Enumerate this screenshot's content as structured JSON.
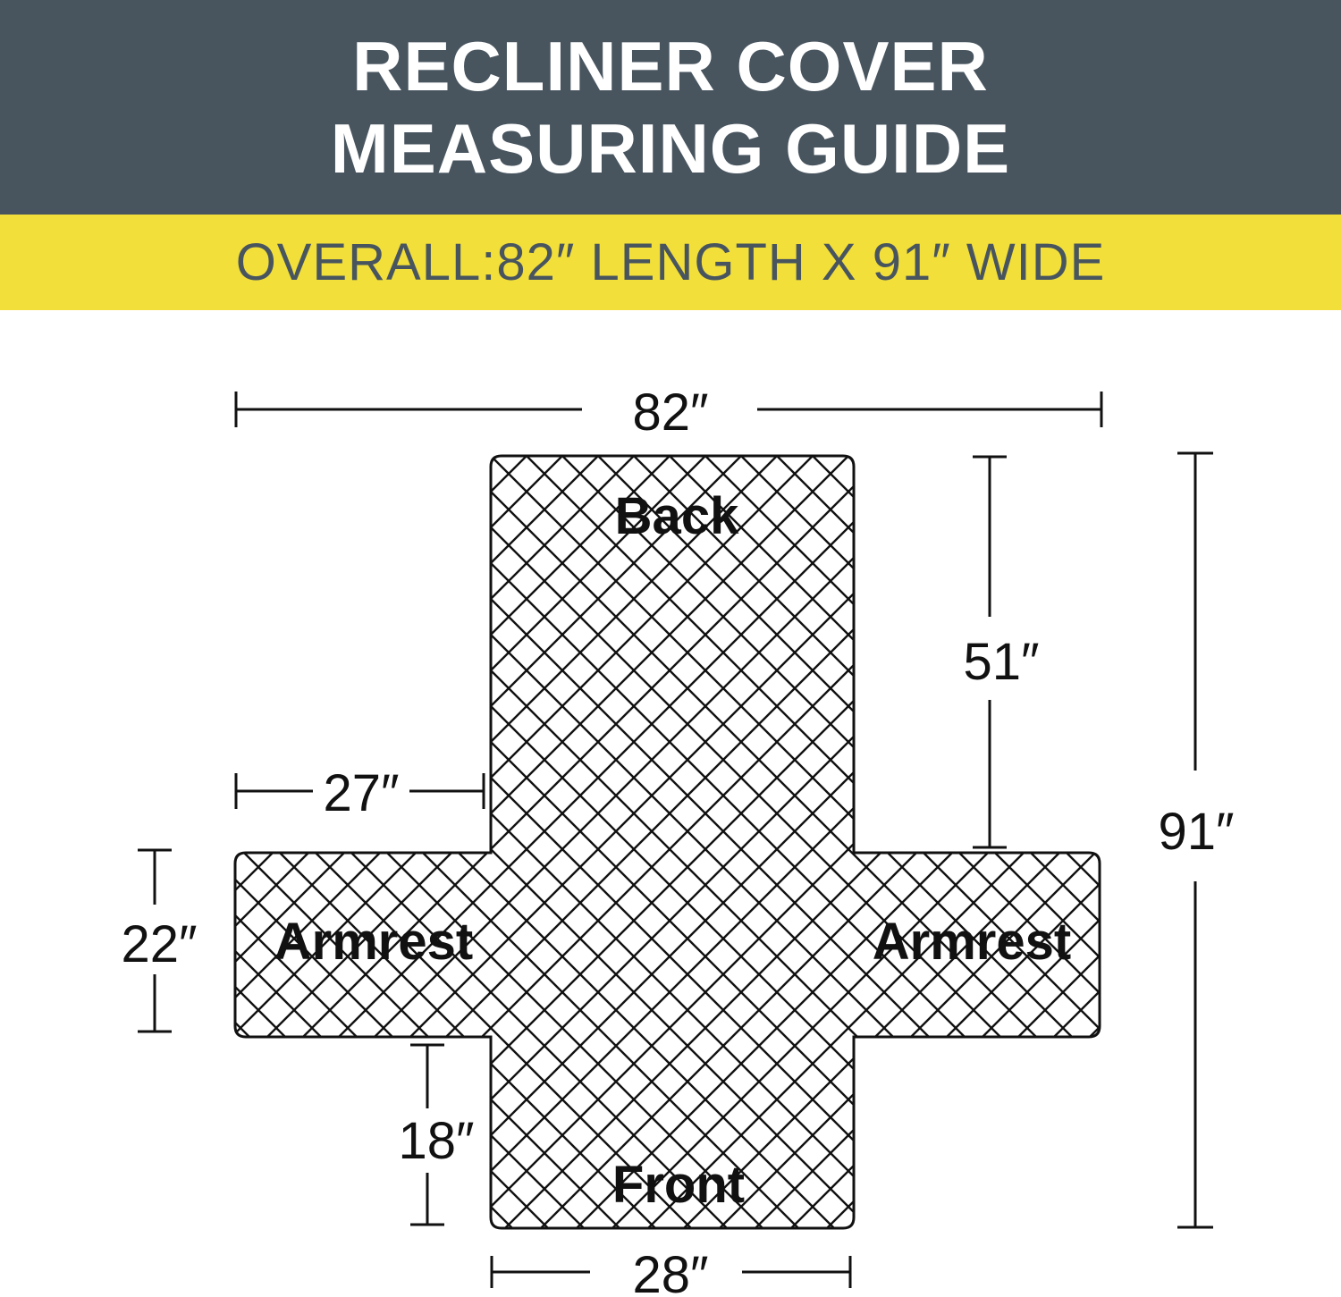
{
  "header": {
    "title_line1": "RECLINER COVER",
    "title_line2": "MEASURING GUIDE",
    "background": "#48555f",
    "text_color": "#ffffff"
  },
  "band": {
    "overall": "OVERALL:82″ LENGTH X 91″ WIDE",
    "background": "#f2df3a",
    "text_color": "#48555f"
  },
  "diagram": {
    "pattern": "diamond-quilted",
    "parts": {
      "back": "Back",
      "front": "Front",
      "armrest_left": "Armrest",
      "armrest_right": "Armrest"
    },
    "dimensions": {
      "overall_width": "82″",
      "overall_height": "91″",
      "back_length": "51″",
      "armrest_length": "27″",
      "armrest_width": "22″",
      "front_length": "18″",
      "front_width": "28″"
    }
  }
}
